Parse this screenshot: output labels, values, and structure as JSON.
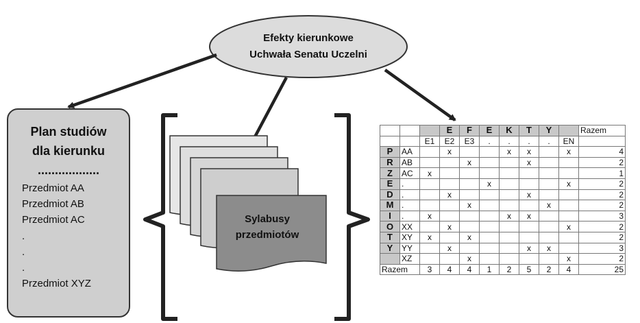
{
  "ellipse": {
    "line1": "Efekty kierunkowe",
    "line2": "Uchwała Senatu Uczelni"
  },
  "plan": {
    "title1": "Plan studiów",
    "title2": "dla kierunku",
    "title3": "..................",
    "items": [
      "Przedmiot AA",
      "Przedmiot AB",
      "Przedmiot AC",
      ".",
      ".",
      ".",
      "Przedmiot XYZ"
    ]
  },
  "sylabusy": {
    "line1": "Sylabusy",
    "line2": "przedmiotów"
  },
  "matrix": {
    "group_letters": [
      "E",
      "F",
      "E",
      "K",
      "T",
      "Y"
    ],
    "razem_header": "Razem",
    "columns": [
      "E1",
      "E2",
      "E3",
      ".",
      ".",
      ".",
      ".",
      "EN"
    ],
    "side_letters": [
      "P",
      "R",
      "Z",
      "E",
      "D",
      "M",
      "I",
      "O",
      "T",
      "Y",
      ""
    ],
    "rows": [
      {
        "code": "AA",
        "cells": [
          "",
          "x",
          "",
          "",
          "x",
          "x",
          "",
          "x"
        ],
        "total": "4"
      },
      {
        "code": "AB",
        "cells": [
          "",
          "",
          "x",
          "",
          "",
          "x",
          "",
          ""
        ],
        "total": "2"
      },
      {
        "code": "AC",
        "cells": [
          "x",
          "",
          "",
          "",
          "",
          "",
          "",
          ""
        ],
        "total": "1"
      },
      {
        "code": ".",
        "cells": [
          "",
          "",
          "",
          "x",
          "",
          "",
          "",
          "x"
        ],
        "total": "2"
      },
      {
        "code": ".",
        "cells": [
          "",
          "x",
          "",
          "",
          "",
          "x",
          "",
          ""
        ],
        "total": "2"
      },
      {
        "code": ".",
        "cells": [
          "",
          "",
          "x",
          "",
          "",
          "",
          "x",
          ""
        ],
        "total": "2"
      },
      {
        "code": ".",
        "cells": [
          "x",
          "",
          "",
          "",
          "x",
          "x",
          "",
          ""
        ],
        "total": "3"
      },
      {
        "code": "XX",
        "cells": [
          "",
          "x",
          "",
          "",
          "",
          "",
          "",
          "x"
        ],
        "total": "2"
      },
      {
        "code": "XY",
        "cells": [
          "x",
          "",
          "x",
          "",
          "",
          "",
          "",
          ""
        ],
        "total": "2"
      },
      {
        "code": "YY",
        "cells": [
          "",
          "x",
          "",
          "",
          "",
          "x",
          "x",
          ""
        ],
        "total": "3"
      },
      {
        "code": "XZ",
        "cells": [
          "",
          "",
          "x",
          "",
          "",
          "",
          "",
          "x"
        ],
        "total": "2"
      }
    ],
    "footer_label": "Razem",
    "footer_values": [
      "3",
      "4",
      "4",
      "1",
      "2",
      "5",
      "2",
      "4"
    ],
    "footer_total": "25"
  }
}
